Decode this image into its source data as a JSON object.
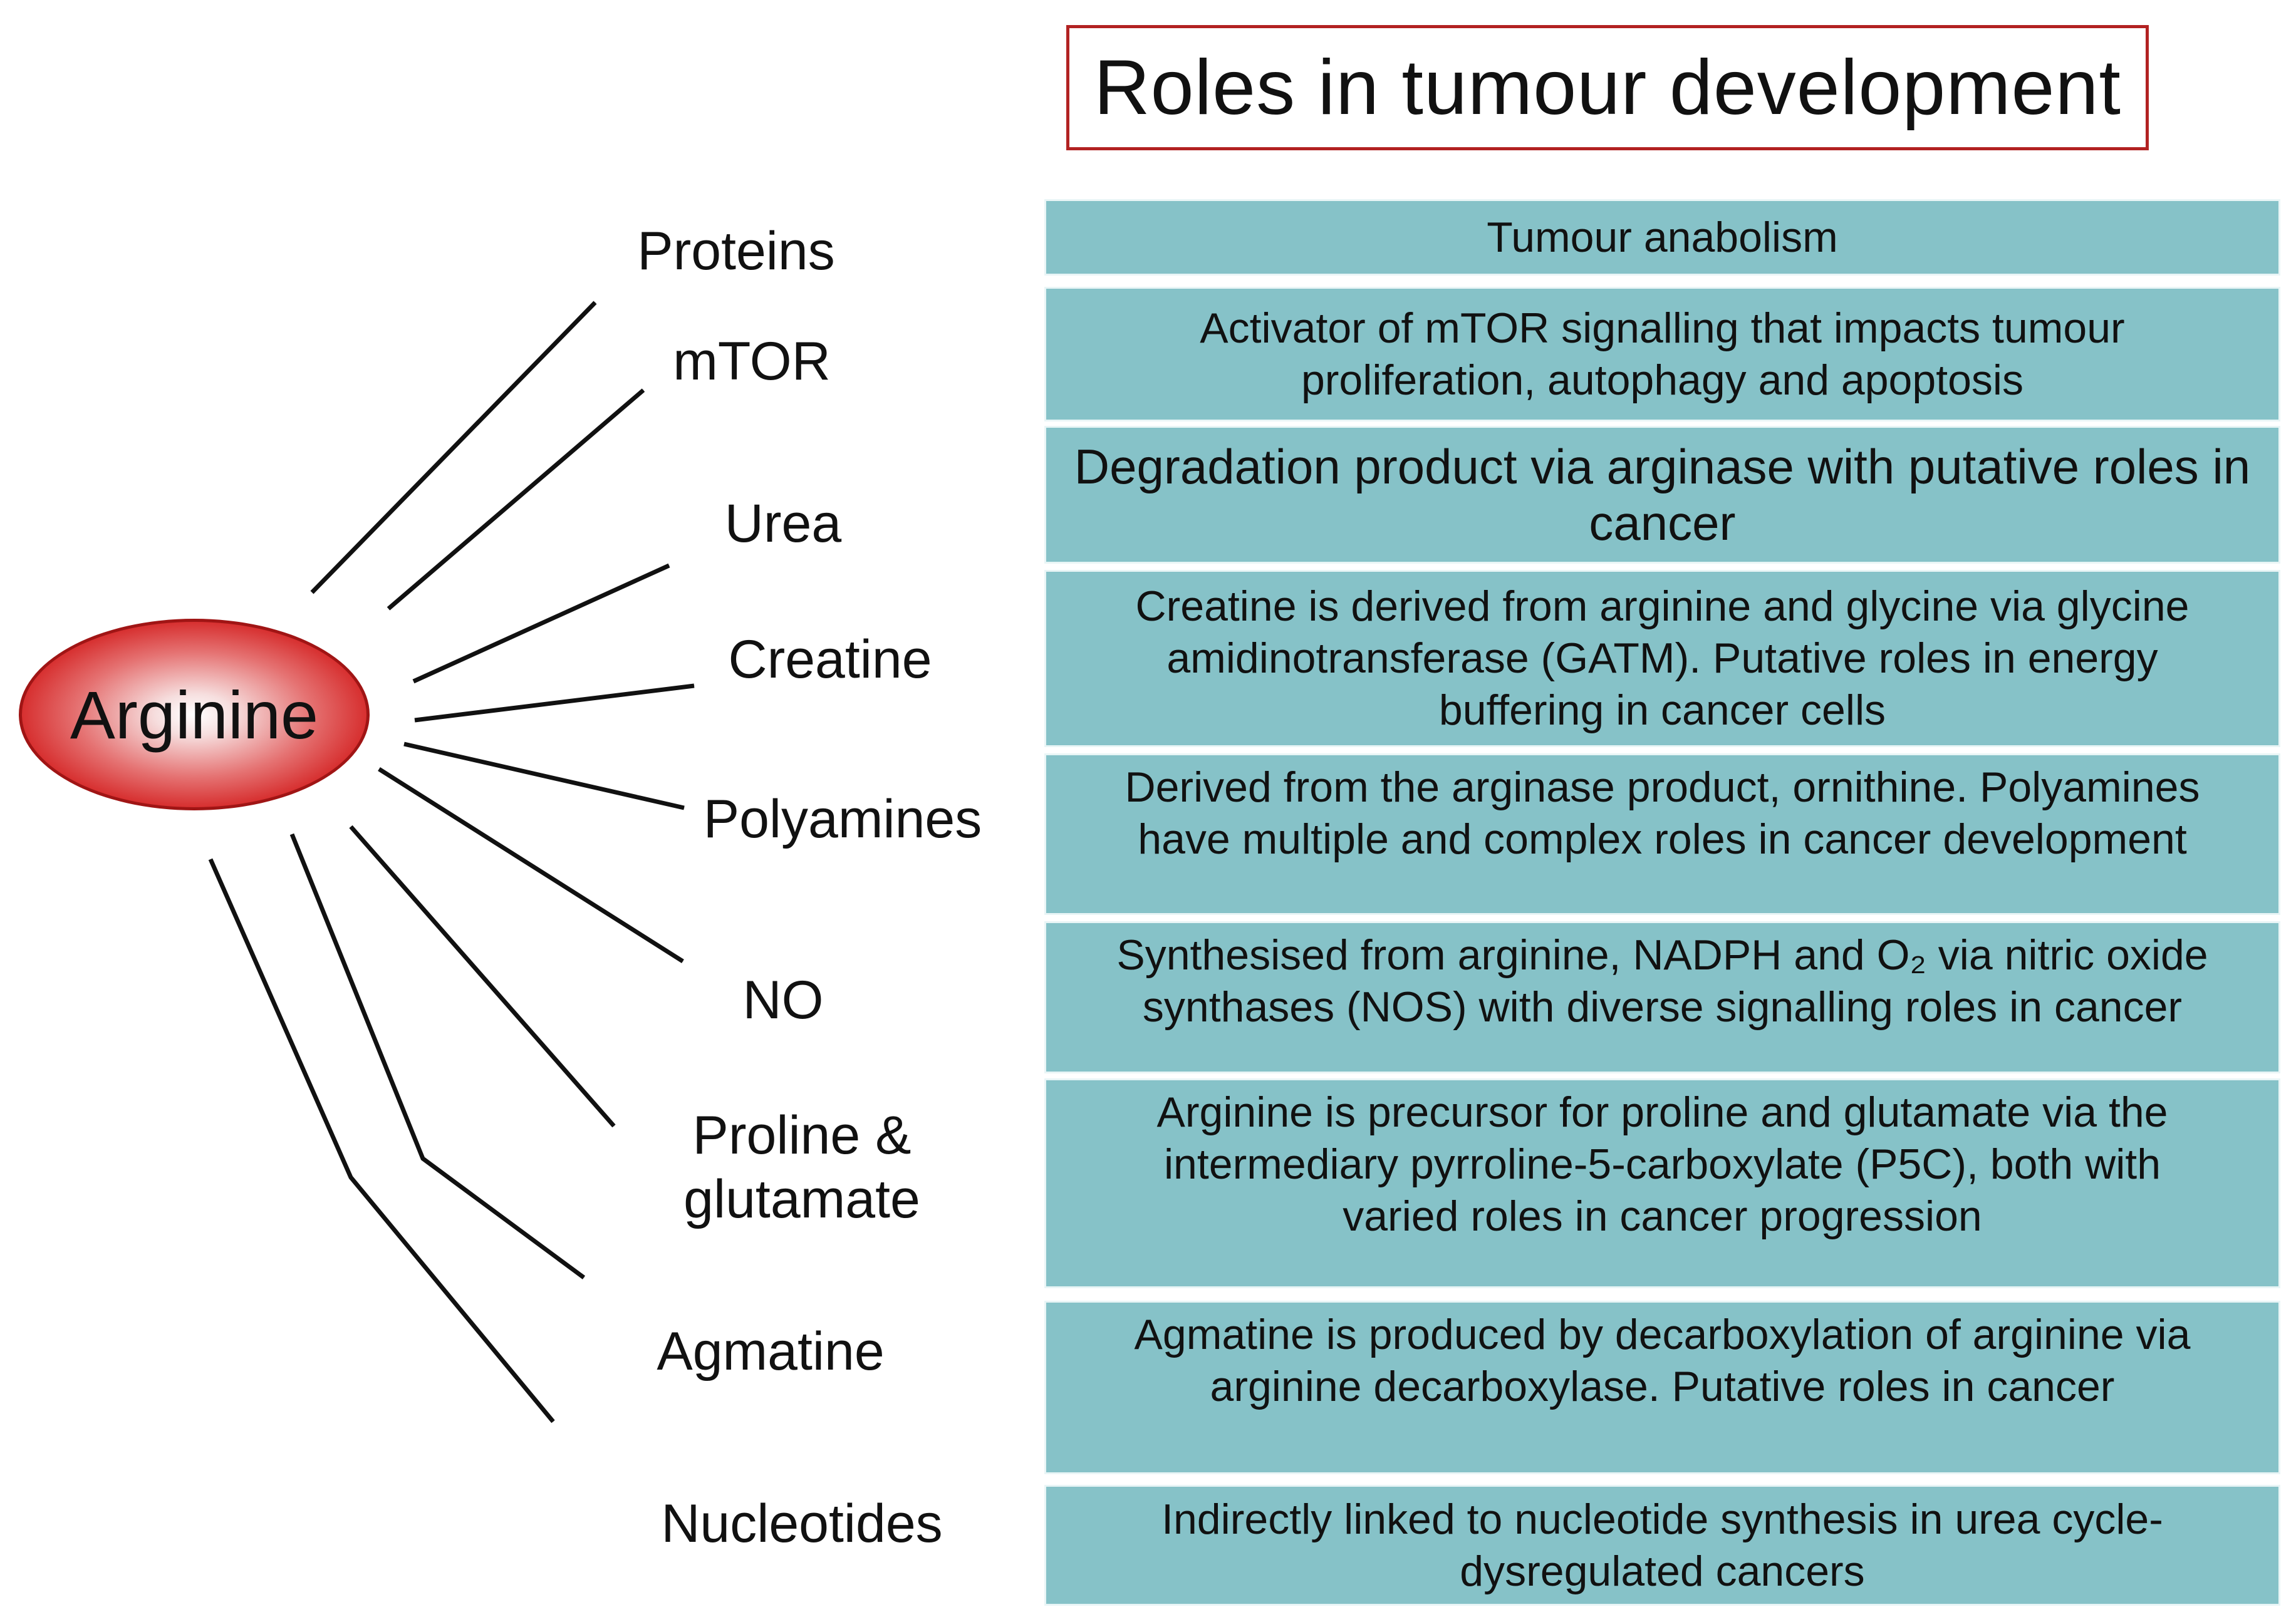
{
  "title": "Roles in tumour development",
  "center_node": "Arginine",
  "colors": {
    "title_border": "#b22222",
    "role_box_fill": "#86c2c8",
    "center_node_fill": "#d62c2c",
    "arrow": "#111111"
  },
  "products": [
    {
      "id": "proteins",
      "label": "Proteins",
      "role": "Tumour anabolism"
    },
    {
      "id": "mtor",
      "label": "mTOR",
      "role": "Activator of mTOR  signalling that impacts tumour\nproliferation, autophagy and  apoptosis"
    },
    {
      "id": "urea",
      "label": "Urea",
      "role": "Degradation product via arginase with putative roles in\ncancer"
    },
    {
      "id": "creatine",
      "label": "Creatine",
      "role": "Creatine is derived from arginine and glycine via glycine\namidinotransferase (GATM). Putative roles in energy\nbuffering in cancer cells"
    },
    {
      "id": "polyamines",
      "label": "Polyamines",
      "role": "Derived from the arginase product, ornithine. Polyamines\nhave multiple and complex roles in cancer development"
    },
    {
      "id": "no",
      "label": "NO",
      "role": "Synthesised from arginine, NADPH and O₂ via nitric oxide\nsynthases (NOS) with diverse signalling roles in cancer"
    },
    {
      "id": "proline",
      "label": "Proline &\nglutamate",
      "role": "Arginine is  precursor for proline and glutamate via the\nintermediary pyrroline-5-carboxylate (P5C), both with\nvaried roles in cancer progression"
    },
    {
      "id": "agmatine",
      "label": "Agmatine",
      "role": "Agmatine  is produced  by decarboxylation of arginine via\narginine decarboxylase. Putative roles in cancer"
    },
    {
      "id": "nucleotides",
      "label": "Nucleotides",
      "role": "Indirectly linked to nucleotide synthesis in urea cycle-\ndysregulated cancers"
    }
  ]
}
